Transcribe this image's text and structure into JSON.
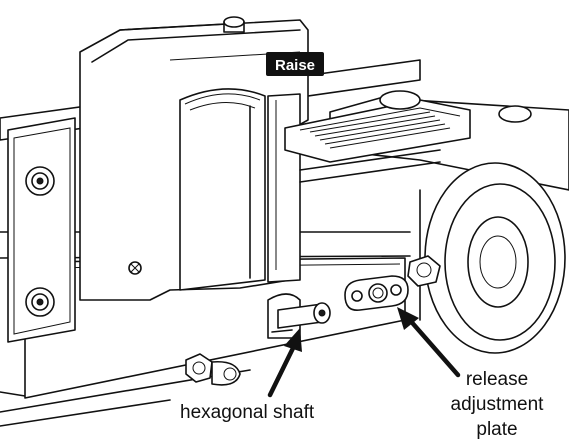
{
  "product_label": "Raise",
  "callouts": {
    "hexagonal_shaft": "hexagonal shaft",
    "release_adjustment_plate": [
      "release",
      "adjustment",
      "plate"
    ]
  },
  "colors": {
    "line": "#111111",
    "background": "#ffffff",
    "badge_fill": "#111111"
  }
}
